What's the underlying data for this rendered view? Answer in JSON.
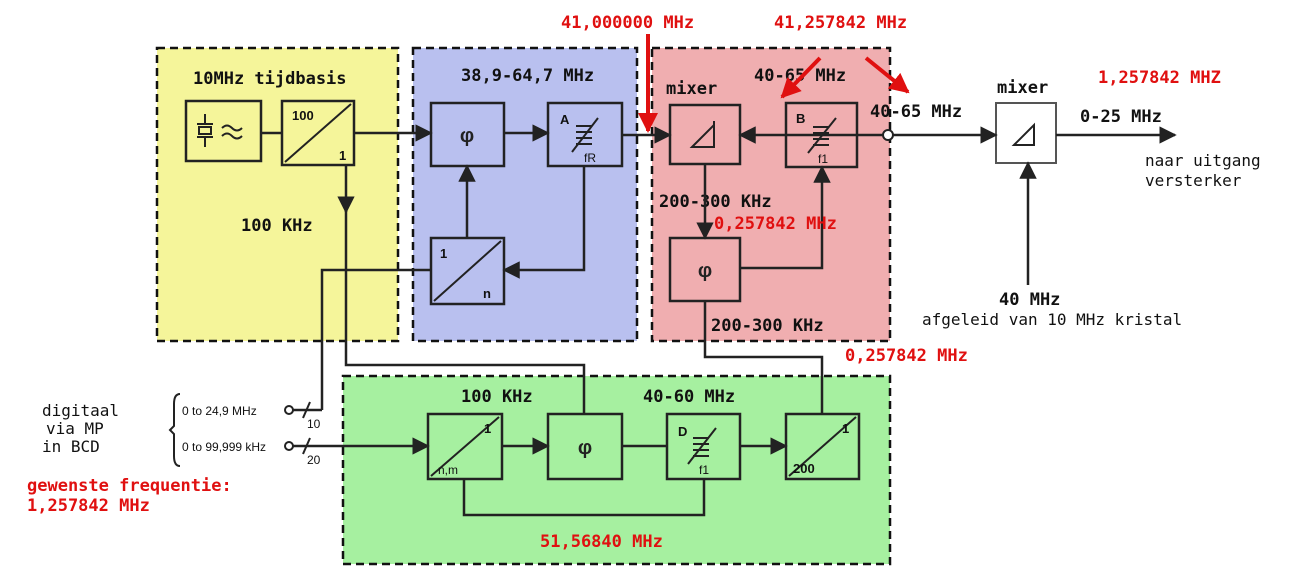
{
  "regions": {
    "timebase": {
      "title": "10MHz tijdbasis",
      "out_label": "100 KHz",
      "color": "#f5f59a"
    },
    "blue": {
      "title": "38,9-64,7 MHz",
      "color": "#b9c0ef"
    },
    "red": {
      "title": "40-65 MHz",
      "mixer_label": "mixer",
      "color": "#f0aeb0",
      "label_200_300_a": "200-300 KHz",
      "label_200_300_b": "200-300 KHz"
    },
    "green": {
      "label_100khz": "100 KHz",
      "label_40_60": "40-60 MHz",
      "color": "#a6f0a0"
    }
  },
  "blocks": {
    "divider_100": {
      "top": "100",
      "bottom": "1"
    },
    "phi": "φ",
    "vco_a": {
      "letter": "A",
      "sub": "fR"
    },
    "divider_1n": {
      "top": "1",
      "bottom": "n"
    },
    "vco_b": {
      "letter": "B",
      "sub": "f1"
    },
    "divider_nm": {
      "top": "1",
      "bottom": "n,m"
    },
    "vco_d": {
      "letter": "D",
      "sub": "f1"
    },
    "divider_200": {
      "top": "1",
      "bottom": "200"
    }
  },
  "right": {
    "mixer_label": "mixer",
    "in_label": "40-65 MHz",
    "out_label": "0-25 MHz",
    "dest_line1": "naar uitgang",
    "dest_line2": "versterker",
    "lo_line1": "40 MHz",
    "lo_line2": "afgeleid van 10 MHz kristal"
  },
  "inputs": {
    "label_line1": "digitaal",
    "label_line2": "via MP",
    "label_line3": "in BCD",
    "range1": "0 to 24,9 MHz",
    "range2": "0 to 99,999 kHz",
    "bus1": "10",
    "bus2": "20"
  },
  "annotations": {
    "a_freq": "41,000000 MHz",
    "b_freq": "41,257842 MHz",
    "output_freq": "1,257842 MHZ",
    "offset_freq": "0,257842 MHz",
    "offset_freq2": "0,257842 MHz",
    "d_freq": "51,56840 MHz",
    "desired_label": "gewenste frequentie:",
    "desired_value": "1,257842 MHz"
  }
}
